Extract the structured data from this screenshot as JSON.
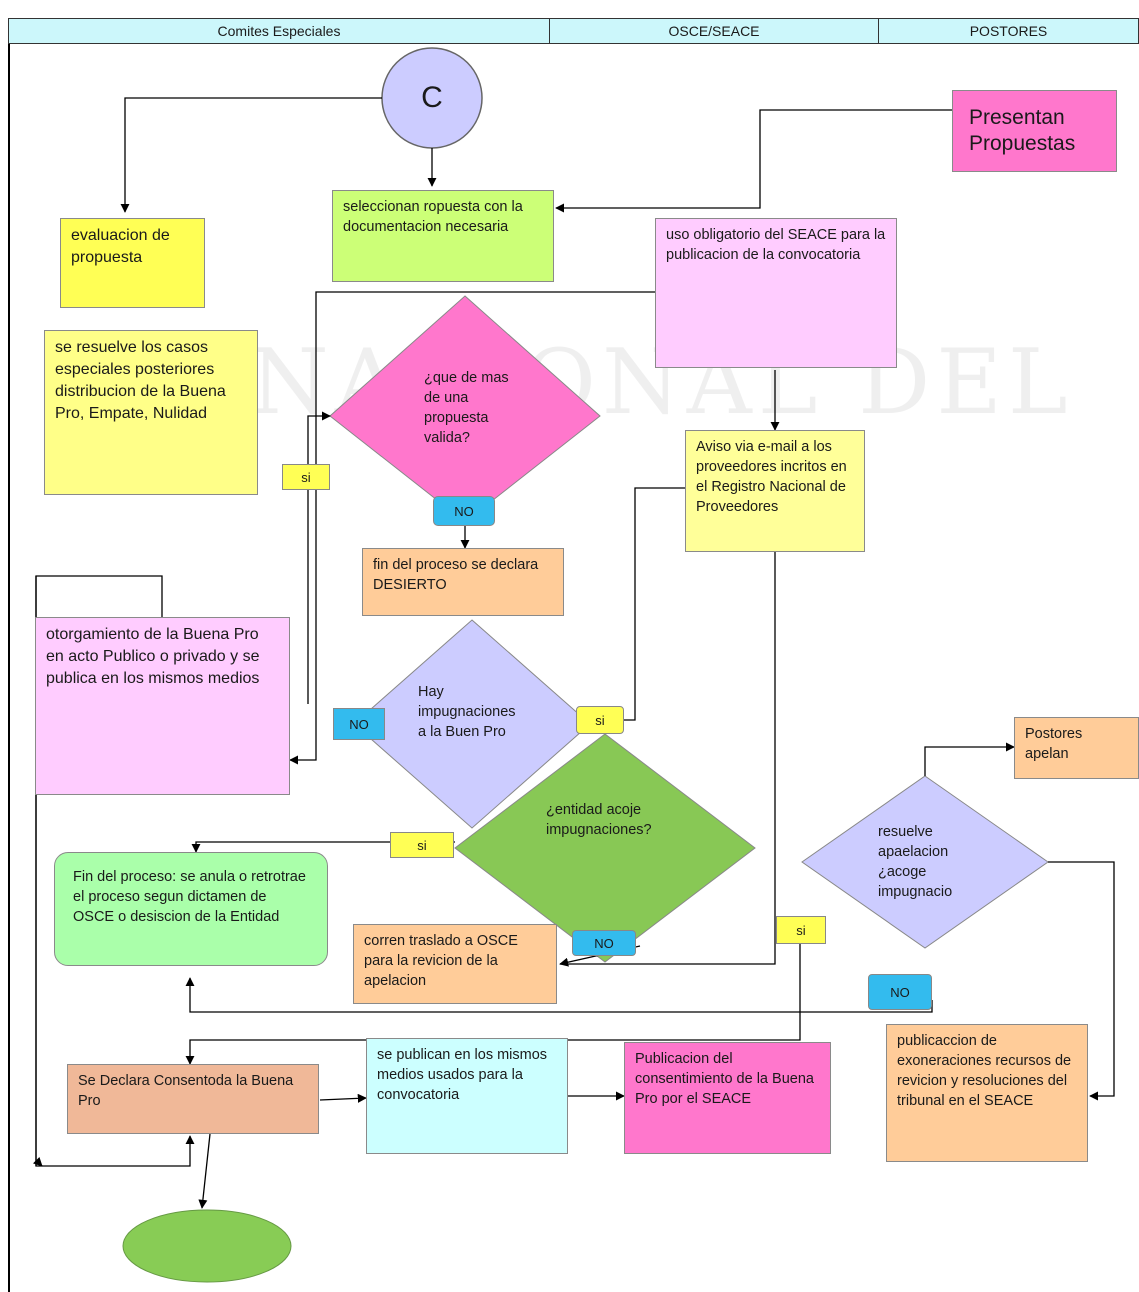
{
  "lanes": [
    "Comites Especiales",
    "OSCE/SEACE",
    "POSTORES"
  ],
  "connector": "C",
  "watermark": "NACIONAL DEL",
  "nodes": {
    "presentan": "Presentan Propuestas",
    "seleccionan": "seleccionan ropuesta con la documentacion necesaria",
    "evaluacion": "evaluacion de propuesta",
    "uso_seace": "uso obligatorio del SEACE para la publicacion de la convocatoria",
    "casos_especiales": "se resuelve los casos especiales posteriores distribucion de la Buena Pro, Empate, Nulidad",
    "decision_mas_una": "¿que de mas de una propuesta valida?",
    "aviso_email": "Aviso via e-mail a los proveedores incritos en el Registro Nacional de Proveedores",
    "fin_desierto": "fin del proceso se declara DESIERTO",
    "otorgamiento": "otorgamiento de la Buena Pro en acto Publico o privado y se publica en los mismos medios",
    "decision_impugnaciones": "Hay impugnaciones a la Buen Pro",
    "decision_entidad": "¿entidad acoje impugnaciones?",
    "postores_apelan": "Postores apelan",
    "fin_anula": "Fin del proceso: se anula o retrotrae el proceso segun dictamen de OSCE o desiscion de la Entidad",
    "decision_apelacion": "resuelve apaelacion ¿acoge impugnacio",
    "corren_traslado": "corren traslado a OSCE para la revicion de la apelacion",
    "publicaccion": "publicaccion de exoneraciones recursos de revicion y resoluciones del tribunal en el SEACE",
    "consentida": "Se Declara Consentoda la Buena Pro",
    "se_publican": "se publican en los mismos medios usados para la convocatoria",
    "publicacion_consentimiento": "Publicacion del consentimiento de la Buena Pro por el SEACE"
  },
  "tags": {
    "si1": "si",
    "no1": "NO",
    "no2": "NO",
    "si2": "si",
    "si3": "si",
    "no3": "NO",
    "si4": "si",
    "no4": "NO"
  },
  "colors": {
    "header": "#ccf7fb",
    "yellow": "#ffff55",
    "lightyellow": "#ffff88",
    "green": "#ccff77",
    "pink": "#ff77cc",
    "lightpink": "#ffccff",
    "lavender": "#ccccff",
    "peach": "#ffcc99",
    "darkgreen": "#88c855",
    "mint": "#aaffaa",
    "cyan": "#ccffff",
    "blue": "#33bbee"
  }
}
